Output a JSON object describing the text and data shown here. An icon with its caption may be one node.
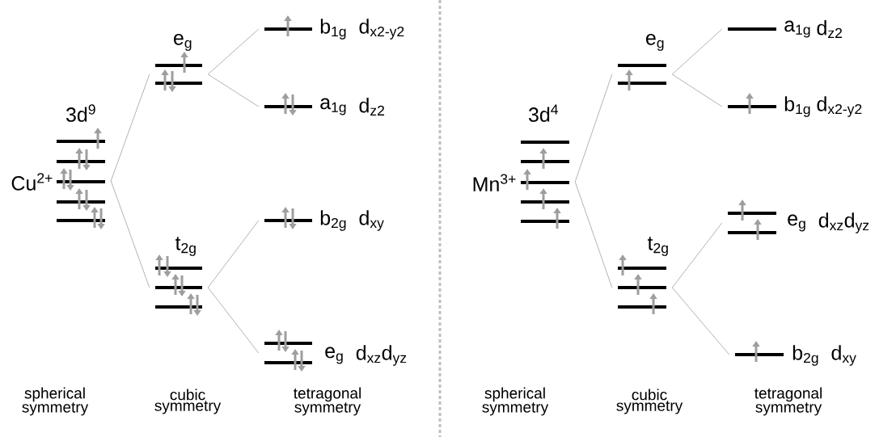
{
  "diagram": {
    "nodes": [
      {
        "text": [
          "Cu$^{2+}$",
          "3d$^{9}$"
        ]
      },
      {
        "text": [
          "e$_{g}$"
        ]
      },
      {
        "text": [
          "t$_{2g}$"
        ]
      },
      {
        "text": [
          "b$_{1g}$",
          "d$_{x2-y2}$"
        ]
      },
      {
        "text": [
          "a$_{1g}$",
          "d$_{z2}$"
        ]
      },
      {
        "text": [
          "b$_{2g}$",
          "d$_{xy}$"
        ]
      },
      {
        "text": [
          "e$_{g}$",
          "d$_{xz}$d$_{yz}$"
        ]
      },
      {
        "text": [
          "Mn$^{3+}$",
          "3d$^{4}$"
        ]
      },
      {
        "text": [
          "e$_{g}$"
        ]
      },
      {
        "text": [
          "t$_{2g}$"
        ]
      },
      {
        "text": [
          "a$_{1g}$",
          "d$_{z2}$"
        ]
      },
      {
        "text": [
          "b$_{1g}$",
          "d$_{x2-y2}$"
        ]
      },
      {
        "text": [
          "e$_{g}$",
          "d$_{xz}$d$_{yz}$"
        ]
      },
      {
        "text": [
          "b$_{2g}$",
          "d$_{xy}$"
        ]
      }
    ],
    "edges": [
      {
        "from": 0,
        "to": 1,
        "arrow": "none"
      },
      {
        "from": 0,
        "to": 2,
        "arrow": "none"
      },
      {
        "from": 1,
        "to": 3,
        "arrow": "none"
      },
      {
        "from": 1,
        "to": 4,
        "arrow": "none"
      },
      {
        "from": 2,
        "to": 5,
        "arrow": "none"
      },
      {
        "from": 2,
        "to": 6,
        "arrow": "none"
      },
      {
        "from": 7,
        "to": 8,
        "arrow": "none"
      },
      {
        "from": 7,
        "to": 9,
        "arrow": "none"
      },
      {
        "from": 8,
        "to": 10,
        "arrow": "none"
      },
      {
        "from": 8,
        "to": 11,
        "arrow": "none"
      },
      {
        "from": 9,
        "to": 12,
        "arrow": "none"
      },
      {
        "from": 9,
        "to": 13,
        "arrow": "none"
      }
    ],
    "labels": [
      "spherical symmetry",
      "cubic symmetry",
      "tetragonal symmetry",
      "spherical symmetry",
      "cubic symmetry",
      "tetragonal symmetry"
    ]
  }
}
